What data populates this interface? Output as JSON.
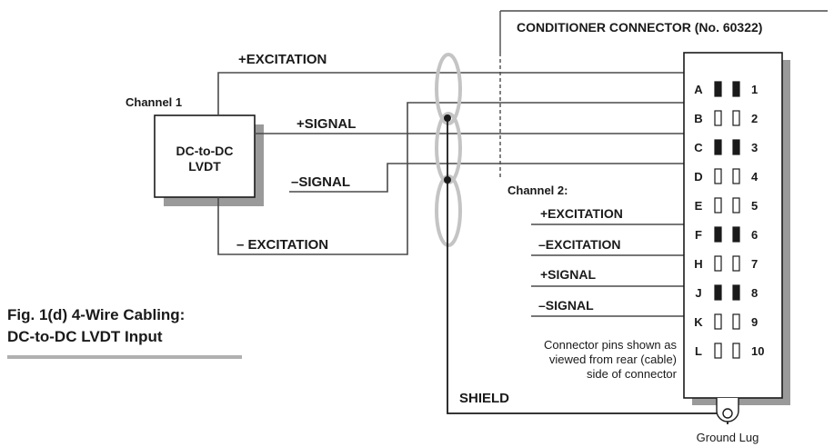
{
  "header": {
    "connector_title": "CONDITIONER CONNECTOR  (No. 60322)"
  },
  "channel1": {
    "label": "Channel 1",
    "device_line1": "DC-to-DC",
    "device_line2": "LVDT",
    "plus_excitation": "+EXCITATION",
    "plus_signal": "+SIGNAL",
    "minus_signal": "–SIGNAL",
    "minus_excitation": "– EXCITATION"
  },
  "channel2": {
    "label": "Channel 2:",
    "plus_excitation": "+EXCITATION",
    "minus_excitation": "–EXCITATION",
    "plus_signal": "+SIGNAL",
    "minus_signal": "–SIGNAL"
  },
  "connector": {
    "rows": [
      {
        "letter": "A",
        "number": "1"
      },
      {
        "letter": "B",
        "number": "2"
      },
      {
        "letter": "C",
        "number": "3"
      },
      {
        "letter": "D",
        "number": "4"
      },
      {
        "letter": "E",
        "number": "5"
      },
      {
        "letter": "F",
        "number": "6"
      },
      {
        "letter": "H",
        "number": "7"
      },
      {
        "letter": "J",
        "number": "8"
      },
      {
        "letter": "K",
        "number": "9"
      },
      {
        "letter": "L",
        "number": "10"
      }
    ],
    "note_line1": "Connector pins shown as",
    "note_line2": "viewed from rear (cable)",
    "note_line3": "side of connector",
    "ground_lug": "Ground Lug"
  },
  "shield": "SHIELD",
  "figure": {
    "caption_line1": "Fig. 1(d)  4-Wire Cabling:",
    "caption_line2": "DC-to-DC LVDT Input"
  }
}
